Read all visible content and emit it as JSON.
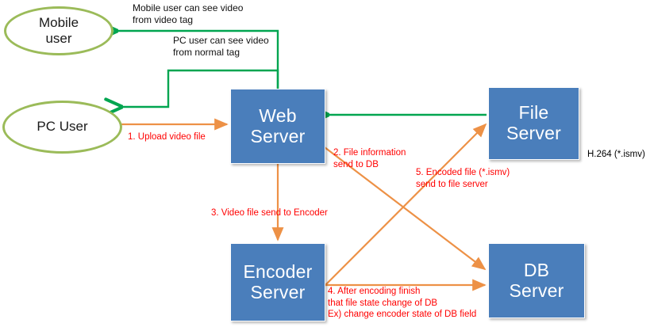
{
  "diagram": {
    "title": "Video upload / encode / playback flow",
    "colors": {
      "node_fill": "#4A7EBB",
      "node_text": "#FFFFFF",
      "actor_stroke": "#9BBB59",
      "flow_arrow": "#ED9146",
      "return_arrow": "#00A550",
      "flow_label_text": "#FF0000",
      "note_text": "#000000",
      "background": "#FFFFFF"
    },
    "actors": [
      {
        "id": "mobile-user",
        "label": "Mobile\nuser"
      },
      {
        "id": "pc-user",
        "label": "PC User"
      }
    ],
    "servers": [
      {
        "id": "web-server",
        "label": "Web\nServer"
      },
      {
        "id": "file-server",
        "label": "File\nServer"
      },
      {
        "id": "encoder-server",
        "label": "Encoder\nServer"
      },
      {
        "id": "db-server",
        "label": "DB\nServer"
      }
    ],
    "notes": [
      {
        "id": "mobile-note",
        "text": "Mobile user can see video\nfrom video tag"
      },
      {
        "id": "pc-note",
        "text": "PC user can see video\nfrom normal tag"
      },
      {
        "id": "codec-note",
        "text": "H.264 (*.ismv)"
      }
    ],
    "flows": [
      {
        "id": "flow-1",
        "text": "1. Upload video file"
      },
      {
        "id": "flow-2",
        "text": "2. File information\n    send to DB"
      },
      {
        "id": "flow-3",
        "text": "3. Video file send to Encoder"
      },
      {
        "id": "flow-4",
        "text": "4. After encoding finish\n    that file state change of DB\nEx) change encoder state of DB field"
      },
      {
        "id": "flow-5",
        "text": "5. Encoded file (*.ismv)\n   send to file server"
      }
    ]
  }
}
